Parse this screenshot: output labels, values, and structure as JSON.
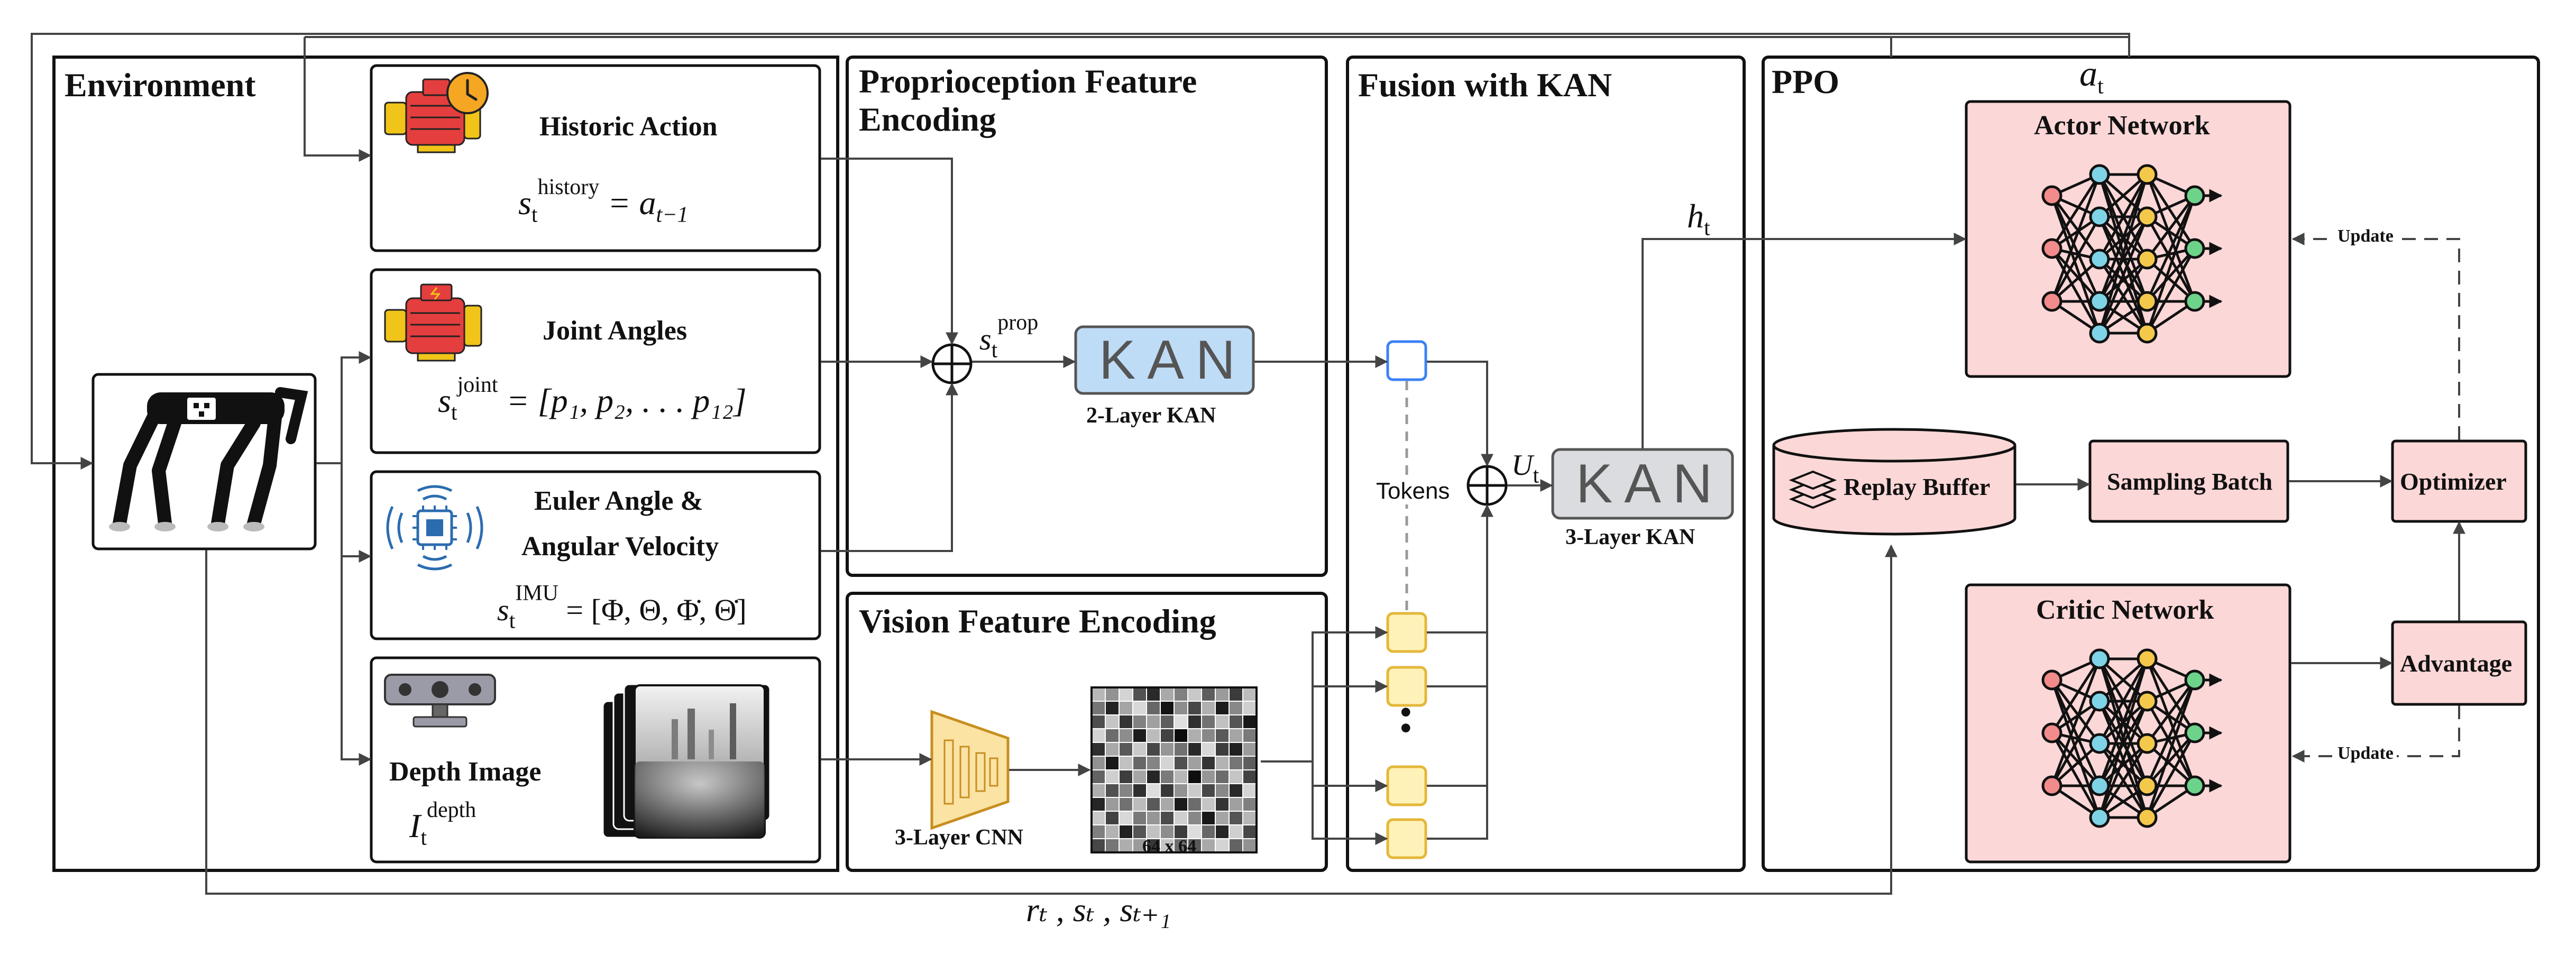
{
  "panels": {
    "environment": "Environment",
    "proprioception": "Proprioception Feature Encoding",
    "vision": "Vision Feature Encoding",
    "fusion": "Fusion with KAN",
    "ppo": "PPO"
  },
  "inputs": {
    "historic": {
      "title": "Historic Action",
      "lhs": "s",
      "lhs_sub": "t",
      "lhs_sup": "history",
      "rhs": "= a",
      "rhs_sub": "t−1"
    },
    "joint": {
      "title": "Joint Angles",
      "lhs": "s",
      "lhs_sub": "t",
      "lhs_sup": "joint",
      "rhs": "= [p₁, p₂, . . . p₁₂]"
    },
    "imu": {
      "title_line1": "Euler Angle &",
      "title_line2": "Angular Velocity",
      "lhs": "s",
      "lhs_sub": "t",
      "lhs_sup": "IMU",
      "rhs": "= [Φ, Θ, Φ̇, Θ̇]"
    },
    "depth": {
      "title": "Depth Image",
      "lhs": "I",
      "lhs_sub": "t",
      "lhs_sup": "depth"
    }
  },
  "encoders": {
    "kan2": {
      "logo": "KAN",
      "label": "2-Layer KAN"
    },
    "cnn": {
      "label": "3-Layer CNN"
    },
    "grid": {
      "label": "64 x 64"
    },
    "prop_symbol": {
      "base": "s",
      "sub": "t",
      "sup": "prop"
    }
  },
  "fusion": {
    "tokens_label": "Tokens",
    "dots": "•",
    "ut": {
      "base": "U",
      "sub": "t"
    },
    "kan3": {
      "logo": "KAN",
      "label": "3-Layer KAN"
    },
    "ht": {
      "base": "h",
      "sub": "t"
    }
  },
  "ppo": {
    "at": {
      "base": "a",
      "sub": "t"
    },
    "actor": "Actor Network",
    "critic": "Critic Network",
    "replay": "Replay Buffer",
    "sampling": "Sampling Batch",
    "optimizer": "Optimizer",
    "advantage": "Advantage",
    "update_top": "Update",
    "update_bottom": "Update"
  },
  "feedback": {
    "text": "rₜ , sₜ , sₜ₊₁"
  },
  "depth_grid": [
    [
      0.78,
      0.62,
      0.9,
      0.35,
      0.18,
      0.72,
      0.55,
      0.85,
      0.4,
      0.66,
      0.25,
      0.8
    ],
    [
      0.5,
      0.15,
      0.7,
      0.92,
      0.44,
      0.08,
      0.6,
      0.3,
      0.75,
      0.12,
      0.58,
      0.88
    ],
    [
      0.33,
      0.84,
      0.22,
      0.55,
      0.68,
      0.4,
      0.95,
      0.2,
      0.48,
      0.82,
      0.36,
      0.1
    ],
    [
      0.9,
      0.46,
      0.6,
      0.12,
      0.8,
      0.28,
      0.05,
      0.74,
      0.58,
      0.38,
      0.7,
      0.52
    ],
    [
      0.2,
      0.72,
      0.38,
      0.86,
      0.3,
      0.64,
      0.48,
      0.18,
      0.92,
      0.26,
      0.14,
      0.66
    ],
    [
      0.62,
      0.1,
      0.82,
      0.44,
      0.56,
      0.9,
      0.34,
      0.68,
      0.22,
      0.76,
      0.5,
      0.4
    ],
    [
      0.42,
      0.88,
      0.26,
      0.7,
      0.16,
      0.52,
      0.78,
      0.06,
      0.64,
      0.46,
      0.84,
      0.28
    ],
    [
      0.74,
      0.34,
      0.56,
      0.2,
      0.94,
      0.24,
      0.62,
      0.86,
      0.3,
      0.58,
      0.18,
      0.9
    ],
    [
      0.16,
      0.66,
      0.48,
      0.8,
      0.38,
      0.72,
      0.12,
      0.46,
      0.84,
      0.22,
      0.68,
      0.54
    ],
    [
      0.86,
      0.28,
      0.92,
      0.52,
      0.64,
      0.32,
      0.88,
      0.58,
      0.1,
      0.7,
      0.36,
      0.78
    ],
    [
      0.54,
      0.76,
      0.14,
      0.36,
      0.82,
      0.6,
      0.26,
      0.94,
      0.44,
      0.16,
      0.88,
      0.3
    ],
    [
      0.3,
      0.5,
      0.74,
      0.66,
      0.24,
      0.84,
      0.46,
      0.38,
      0.72,
      0.9,
      0.42,
      0.62
    ]
  ]
}
